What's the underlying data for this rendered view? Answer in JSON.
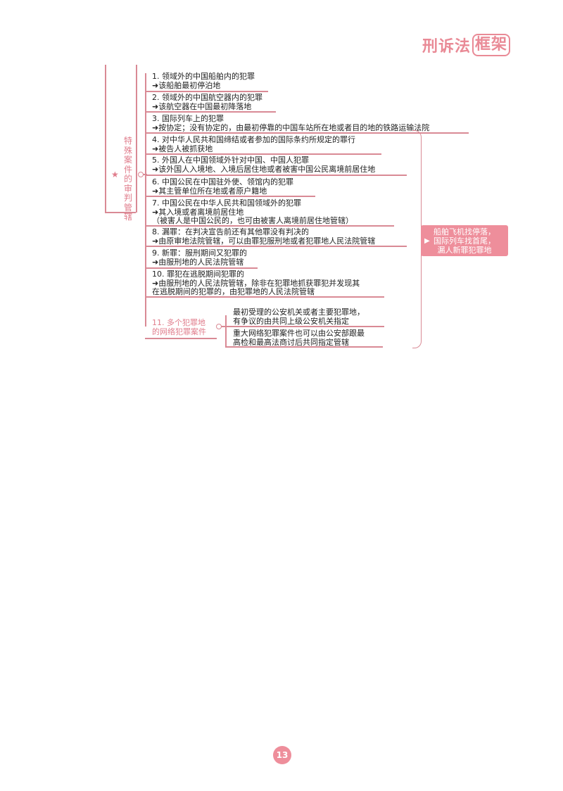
{
  "header": {
    "brand_prefix": "刑诉法",
    "brand_box": "框架"
  },
  "branch": {
    "label": "特殊案件的审判管辖",
    "star": "★"
  },
  "items": [
    {
      "line1": "1. 领域外的中国船舶内的犯罪",
      "line2": "➜该船舶最初停泊地"
    },
    {
      "line1": "2. 领域外的中国航空器内的犯罪",
      "line2": "➜该航空器在中国最初降落地"
    },
    {
      "line1": "3. 国际列车上的犯罪",
      "line2": "➜按协定；没有协定的，由最初停靠的中国车站所在地或者目的地的铁路运输法院"
    },
    {
      "line1": "4. 对中华人民共和国缔结或者参加的国际条约所规定的罪行",
      "line2": "➜被告人被抓获地"
    },
    {
      "line1": "5. 外国人在中国领域外针对中国、中国人犯罪",
      "line2": "➜该外国人入境地、入境后居住地或者被害中国公民离境前居住地"
    },
    {
      "line1": "6. 中国公民在中国驻外使、领馆内的犯罪",
      "line2": "➜其主管单位所在地或者原户籍地"
    },
    {
      "line1": "7. 中国公民在中华人民共和国领域外的犯罪",
      "line2": "➜其入境或者离境前居住地",
      "line3": "（被害人是中国公民的，也可由被害人离境前居住地管辖）"
    },
    {
      "line1": "8. 漏罪：在判决宣告前还有其他罪没有判决的",
      "line2": "➜由原审地法院管辖，可以由罪犯服刑地或者犯罪地人民法院管辖"
    },
    {
      "line1": "9. 新罪：服刑期间又犯罪的",
      "line2": "➜由服刑地的人民法院管辖"
    },
    {
      "line1": "10. 罪犯在逃脱期间犯罪的",
      "line2": "➜由服刑地的人民法院管辖，除非在犯罪地抓获罪犯并发现其",
      "line3": "在逃脱期间的犯罪的，由犯罪地的人民法院管辖"
    }
  ],
  "item11": {
    "label_line1": "11. 多个犯罪地",
    "label_line2": "的网络犯罪案件",
    "sub": [
      {
        "line1": "最初受理的公安机关或者主要犯罪地，",
        "line2": "有争议的由共同上级公安机关指定"
      },
      {
        "line1": "重大网络犯罪案件也可以由公安部跟最",
        "line2": "高检和最高法商讨后共同指定管辖"
      }
    ]
  },
  "summary": {
    "flag": "▶",
    "line1": "船舶飞机找停落，",
    "line2": "国际列车找首尾，",
    "line3": "漏人新罪犯罪地"
  },
  "footer": {
    "page_number": "13"
  },
  "colors": {
    "accent": "#ee8e9b",
    "line": "#d98a95"
  }
}
